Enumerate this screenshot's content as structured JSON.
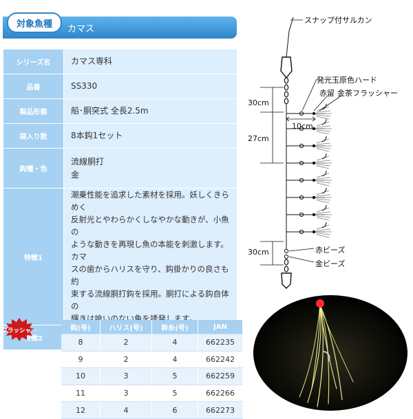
{
  "header": {
    "tab": "対象魚種",
    "name": "カマス"
  },
  "spec": {
    "rows": [
      {
        "label": "シリーズ名",
        "value": "カマス専科"
      },
      {
        "label": "品番",
        "value": "SS330"
      },
      {
        "label": "製品形態",
        "value": "船･胴突式 全長2.5m"
      },
      {
        "label": "袋入り数",
        "value": "8本鈎1セット"
      },
      {
        "label": "鈎種・色",
        "value": [
          "流線胴打",
          "金"
        ]
      },
      {
        "label": "特徴1",
        "value": [
          "潮乗性能を追求した素材を採用。妖しくきらめく",
          "反射光とやわらかくしなやかな動きが、小魚の",
          "ような動きを再現し魚の本能を刺激します。カマ",
          "スの歯からハリスを守り、鈎掛かりの良さも約",
          "束する流線胴打鈎を採用。胴打による鈎自体の",
          "輝きは喰いのない魚を誘発します。"
        ]
      },
      {
        "label": "特徴2",
        "value": ""
      }
    ]
  },
  "badge": {
    "text": "フラッシャー"
  },
  "sizes": {
    "headers": [
      "鈎(号)",
      "ハリス(号)",
      "幹糸(号)",
      "JAN"
    ],
    "rows": [
      [
        "8",
        "2",
        "4",
        "662235"
      ],
      [
        "9",
        "2",
        "4",
        "662242"
      ],
      [
        "10",
        "3",
        "5",
        "662259"
      ],
      [
        "11",
        "3",
        "5",
        "662266"
      ],
      [
        "12",
        "4",
        "6",
        "662273"
      ]
    ]
  },
  "diagram": {
    "snap": "スナップ付サルカン",
    "bead_glow": "発光玉原色ハード",
    "akadome": "赤留",
    "flasher": "金茶フラッシャー",
    "dim_top": "30cm",
    "dim_branch": "10cm",
    "dim_mid": "27cm",
    "dim_bottom": "30cm",
    "red_beads": "赤ビーズ",
    "gold_beads": "金ビーズ",
    "branch_count": 8
  },
  "colors": {
    "header_blue": "#2e86c9",
    "label_blue": "#a6d1f2",
    "value_blue": "#ddeefd",
    "badge_red": "#cc1a1a"
  }
}
